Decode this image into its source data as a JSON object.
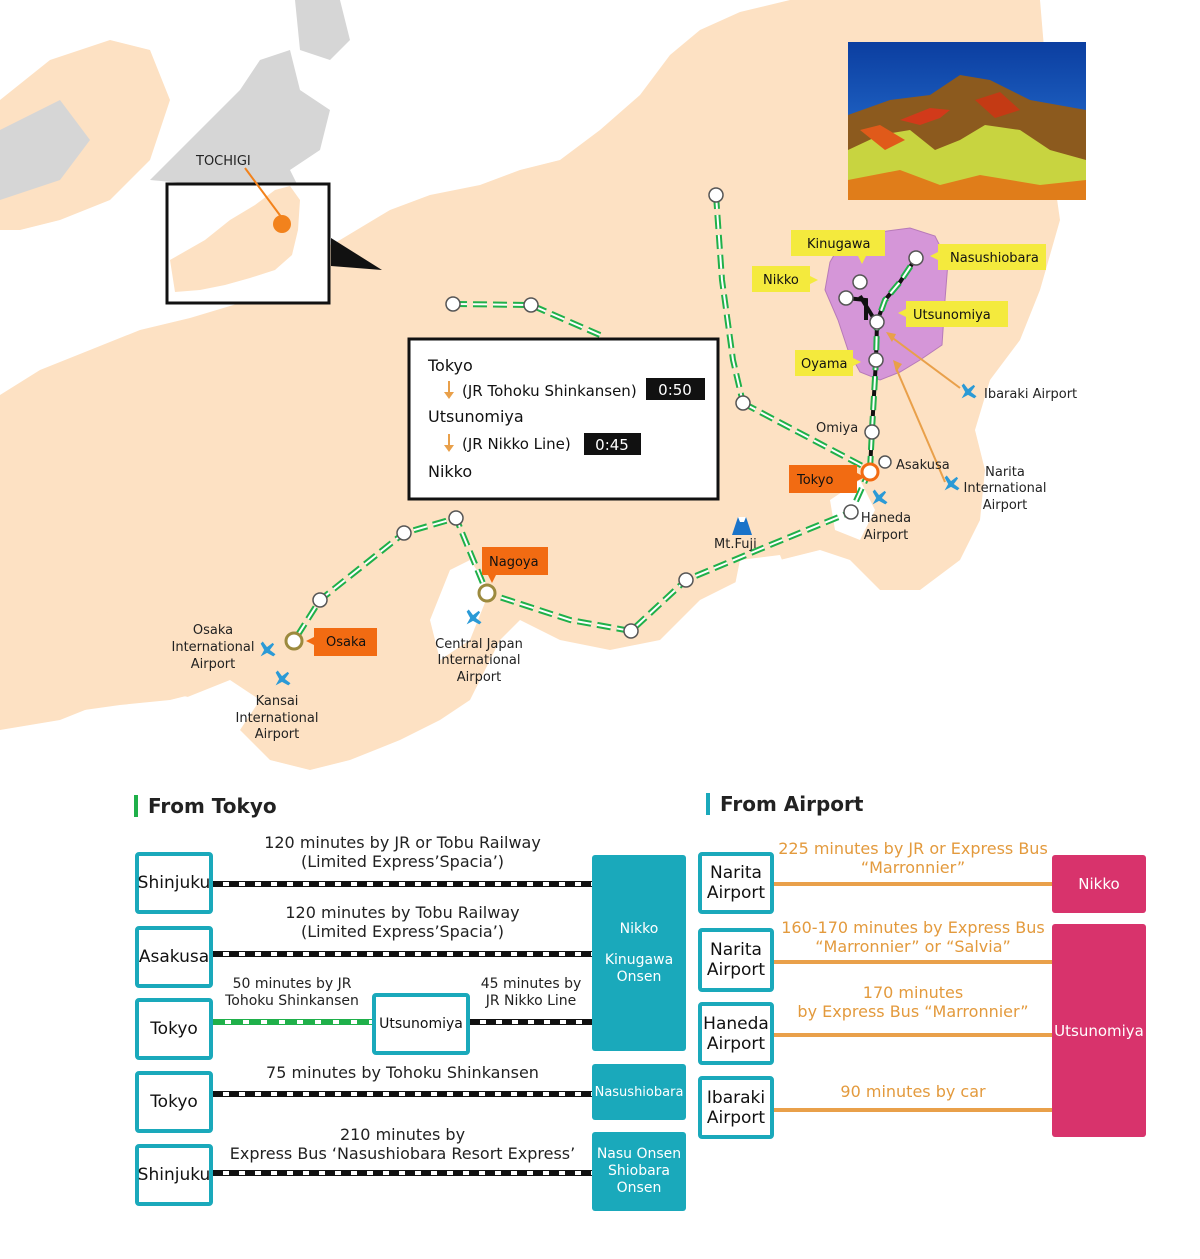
{
  "map": {
    "inset_label": "TOCHIGI",
    "cities": {
      "tokyo": "Tokyo",
      "nagoya": "Nagoya",
      "osaka": "Osaka",
      "omiya": "Omiya",
      "asakusa": "Asakusa",
      "mt_fuji": "Mt.Fuji",
      "kinugawa": "Kinugawa",
      "nikko": "Nikko",
      "nasushiobara": "Nasushiobara",
      "utsunomiya": "Utsunomiya",
      "oyama": "Oyama"
    },
    "airports": {
      "ibaraki": "Ibaraki Airport",
      "narita_1": "Narita",
      "narita_2": "International",
      "narita_3": "Airport",
      "haneda_1": "Haneda",
      "haneda_2": "Airport",
      "central_1": "Central Japan",
      "central_2": "International",
      "central_3": "Airport",
      "osaka_1": "Osaka",
      "osaka_2": "International",
      "osaka_3": "Airport",
      "kansai_1": "Kansai",
      "kansai_2": "International",
      "kansai_3": "Airport"
    },
    "timetable": {
      "origin": "Tokyo",
      "leg1_line": "(JR Tohoku Shinkansen)",
      "leg1_time": "0:50",
      "transfer": "Utsunomiya",
      "leg2_line": "(JR Nikko Line)",
      "leg2_time": "0:45",
      "destination": "Nikko"
    },
    "colors": {
      "land": "#fde1c3",
      "neighbor_land": "#d6d6d6",
      "tochigi": "#d596d8",
      "rail_green": "#1fb04a",
      "tag_yellow": "#f4ea3d",
      "tag_orange": "#f26b12",
      "airport_blue": "#2b9ad6"
    }
  },
  "from_tokyo": {
    "title": "From Tokyo",
    "rows": [
      {
        "origin": "Shinjuku",
        "line1": "120 minutes by JR or Tobu Railway",
        "line2": "(Limited Express’Spacia’)"
      },
      {
        "origin": "Asakusa",
        "line1": "120 minutes by Tobu Railway",
        "line2": "(Limited Express’Spacia’)"
      },
      {
        "origin": "Tokyo",
        "left1": "50 minutes by JR",
        "left2": "Tohoku Shinkansen",
        "via": "Utsunomiya",
        "right1": "45 minutes by",
        "right2": "JR Nikko Line"
      },
      {
        "origin": "Tokyo",
        "line1": "75 minutes by Tohoku Shinkansen"
      },
      {
        "origin": "Shinjuku",
        "line1": "210 minutes by",
        "line2": "Express Bus ‘Nasushiobara Resort Express’"
      }
    ],
    "dest_nikko_1": "Nikko",
    "dest_nikko_2": "Kinugawa",
    "dest_nikko_3": "Onsen",
    "dest_nasushiobara": "Nasushiobara",
    "dest_nasu_1": "Nasu Onsen",
    "dest_nasu_2": "Shiobara",
    "dest_nasu_3": "Onsen"
  },
  "from_airport": {
    "title": "From Airport",
    "rows": [
      {
        "origin1": "Narita",
        "origin2": "Airport",
        "line1": "225 minutes by JR or Express Bus",
        "line2": "“Marronnier”"
      },
      {
        "origin1": "Narita",
        "origin2": "Airport",
        "line1": "160-170 minutes by Express Bus",
        "line2": "“Marronnier” or “Salvia”"
      },
      {
        "origin1": "Haneda",
        "origin2": "Airport",
        "line1": "170 minutes",
        "line2": "by Express Bus “Marronnier”"
      },
      {
        "origin1": "Ibaraki",
        "origin2": "Airport",
        "line1": "90 minutes by car"
      }
    ],
    "dest_nikko": "Nikko",
    "dest_utsunomiya": "Utsunomiya"
  }
}
